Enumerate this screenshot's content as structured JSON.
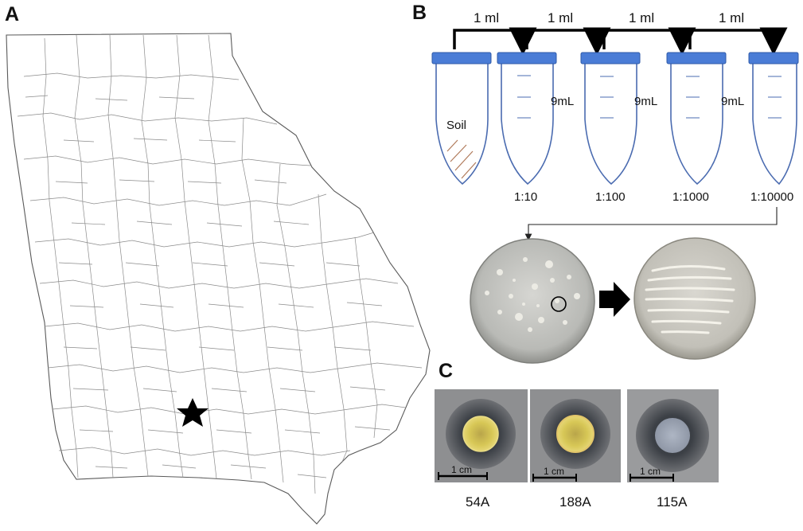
{
  "panels": {
    "a": {
      "letter": "A"
    },
    "b": {
      "letter": "B",
      "transfer_labels": [
        "1 ml",
        "1 ml",
        "1 ml",
        "1 ml"
      ],
      "tube_fill_labels": [
        "Soil",
        "9mL",
        "9mL",
        "9mL"
      ],
      "dilution_labels": [
        "1:10",
        "1:100",
        "1:1000",
        "1:10000"
      ]
    },
    "c": {
      "letter": "C",
      "scale_label": "1 cm",
      "isolates": [
        "54A",
        "188A",
        "115A"
      ]
    }
  },
  "colors": {
    "tube_cap": "#4a7cd6",
    "tube_outline": "#4a6bb0",
    "zone_halo": "#3e4248",
    "colony_yellow": "#d8c44a",
    "colony_gray": "#a9b0bc"
  }
}
